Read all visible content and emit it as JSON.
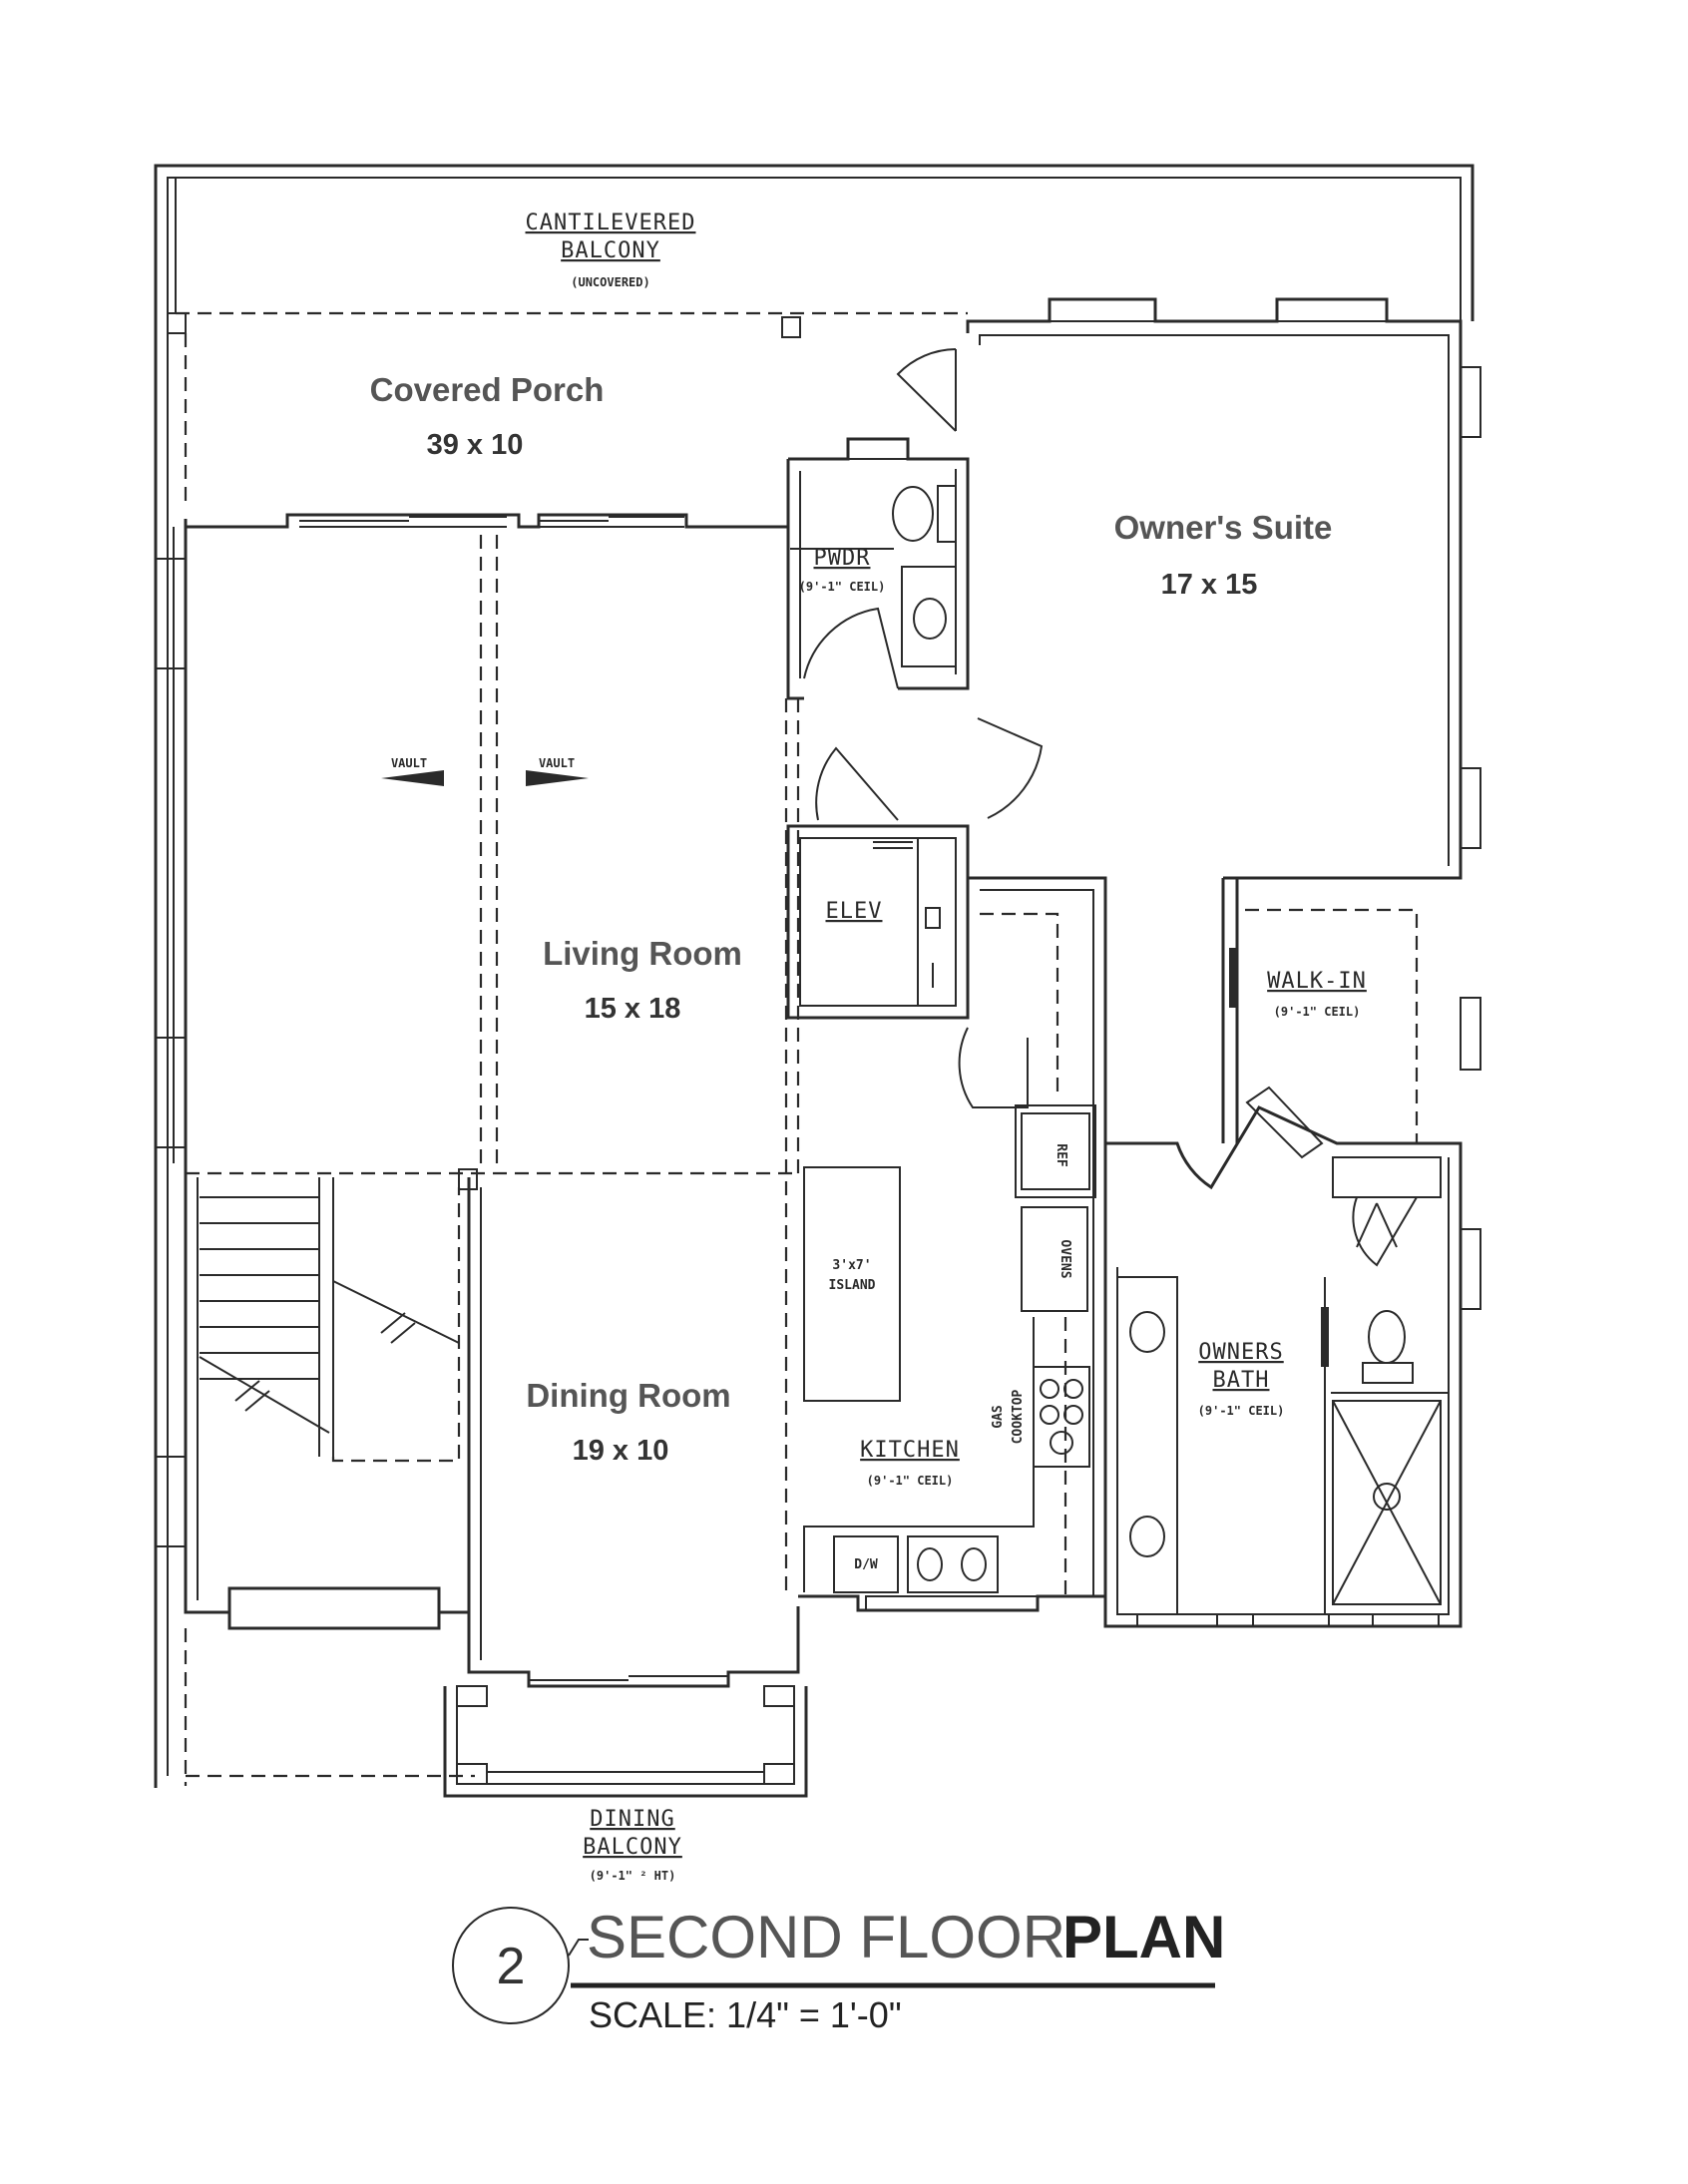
{
  "plan": {
    "number": "2",
    "title_light": "SECOND FLOOR",
    "title_bold": "PLAN",
    "scale": "SCALE: 1/4\" = 1'-0\""
  },
  "rooms": {
    "balcony": {
      "line1": "CANTILEVERED",
      "line2": "BALCONY",
      "note": "(UNCOVERED)"
    },
    "porch": {
      "name": "Covered Porch",
      "dims": "39 x 10"
    },
    "owners_suite": {
      "name": "Owner's Suite",
      "dims": "17 x 15"
    },
    "pwdr": {
      "name": "PWDR",
      "note": "(9'-1\" CEIL)"
    },
    "living": {
      "name": "Living Room",
      "dims": "15 x 18"
    },
    "vault_left": "VAULT",
    "vault_right": "VAULT",
    "elev": "ELEV",
    "walk_in": {
      "name": "WALK-IN",
      "note": "(9'-1\" CEIL)"
    },
    "dining": {
      "name": "Dining Room",
      "dims": "19 x 10"
    },
    "island": {
      "line1": "3'x7'",
      "line2": "ISLAND"
    },
    "kitchen": {
      "name": "KITCHEN",
      "note": "(9'-1\" CEIL)"
    },
    "ref": "REF",
    "ovens": "OVENS",
    "cooktop": {
      "line1": "GAS",
      "line2": "COOKTOP"
    },
    "dw": "D/W",
    "owners_bath": {
      "line1": "OWNERS",
      "line2": "BATH",
      "note": "(9'-1\" CEIL)"
    },
    "dining_balcony": {
      "line1": "DINING",
      "line2": "BALCONY",
      "note": "(9'-1\" ² HT)"
    }
  }
}
